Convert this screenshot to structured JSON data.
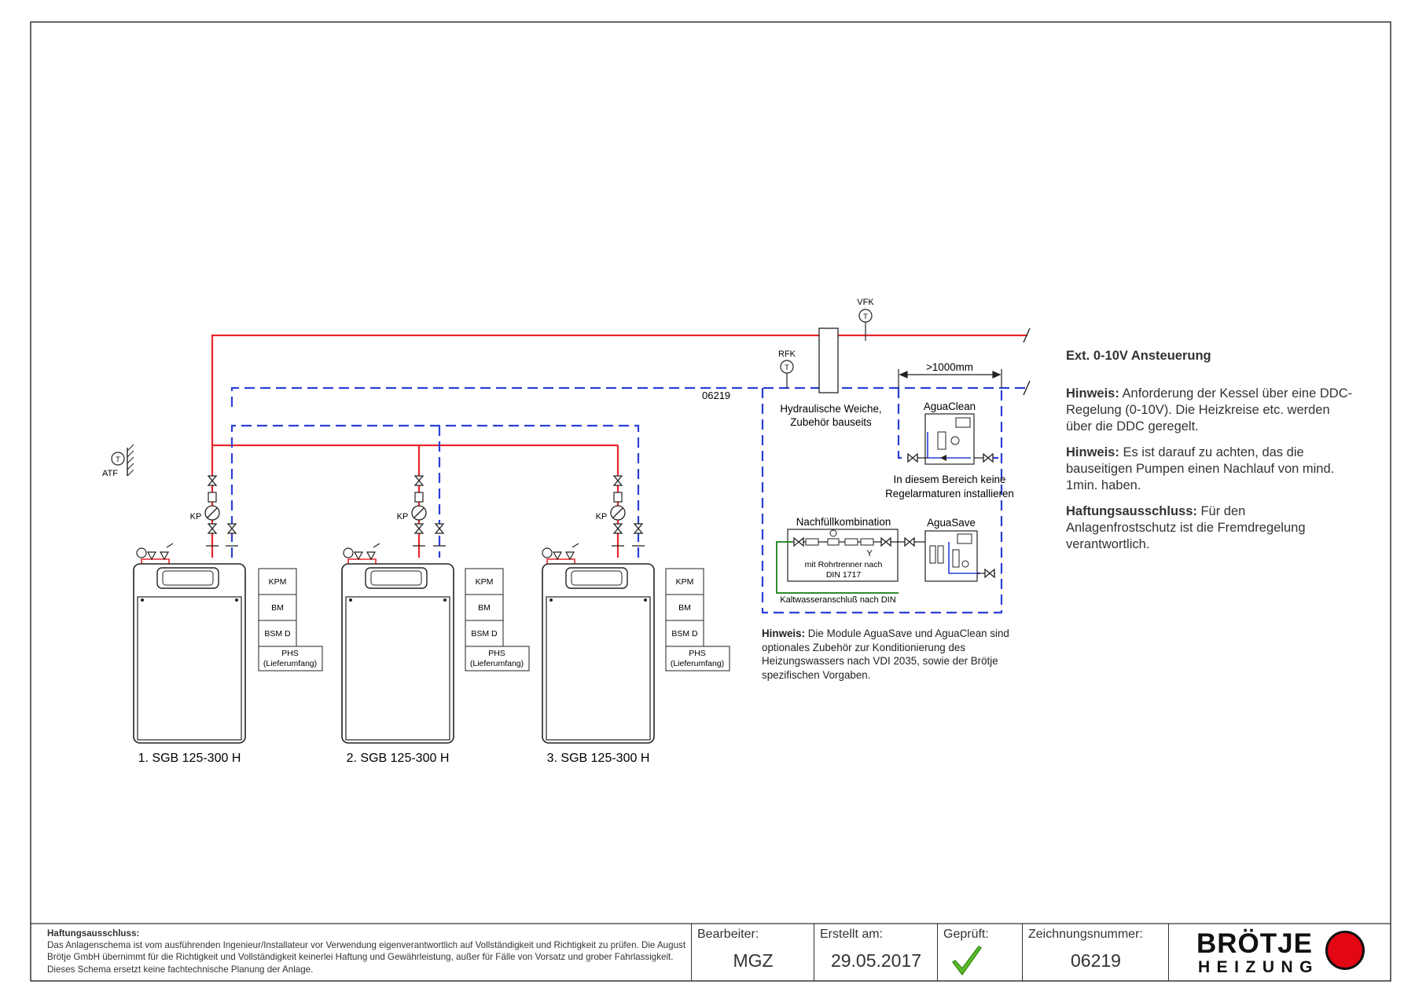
{
  "diagram": {
    "label_vfk": "VFK",
    "label_rfk": "RFK",
    "label_atf": "ATF",
    "sensor_symbol": "T",
    "label_kp": "KP",
    "label_06219": "06219",
    "label_weiche_1": "Hydraulische Weiche,",
    "label_weiche_2": "Zubehör bauseits",
    "label_distance": ">1000mm",
    "label_aguaclean": "AguaClean",
    "label_region_1": "In diesem Bereich keine",
    "label_region_2": "Regelarmaturen installieren",
    "label_nachfuell": "Nachfüllkombination",
    "label_rohrtrenner_1": "mit Rohrtrenner nach",
    "label_rohrtrenner_2": "DIN 1717",
    "label_kaltwasser": "Kaltwasseranschluß nach DIN",
    "label_aguasave": "AguaSave",
    "boilers": [
      {
        "name": "1. SGB 125-300 H"
      },
      {
        "name": "2. SGB 125-300 H"
      },
      {
        "name": "3. SGB 125-300 H"
      }
    ],
    "modules": {
      "kpm": "KPM",
      "bm": "BM",
      "bsm": "BSM D",
      "phs_1": "PHS",
      "phs_2": "(Lieferumfang)"
    },
    "colors": {
      "flow": "#e8262a",
      "return": "#2b3fd6",
      "cold_water": "#2e8b2e"
    }
  },
  "notes": {
    "heading": "Ext. 0-10V Ansteuerung",
    "h1_label": "Hinweis:",
    "h1_text": " Anforderung der Kessel über eine DDC-Regelung (0-10V). Die Heizkreise etc. werden über die DDC geregelt.",
    "h2_label": "Hinweis:",
    "h2_text": " Es ist darauf zu achten, das die bauseitigen Pumpen einen Nachlauf von mind. 1min. haben.",
    "h3_label": "Haftungsausschluss:",
    "h3_text": " Für den Anlagenfrostschutz ist die Fremdregelung verantwortlich."
  },
  "hint_modules": {
    "label": "Hinweis:",
    "text": " Die Module AguaSave und AguaClean sind optionales Zubehör zur Konditionierung des Heizungswassers nach VDI 2035, sowie der Brötje spezifischen Vorgaben."
  },
  "title_block": {
    "disclaimer_title": "Haftungsausschluss:",
    "disclaimer_text": "Das Anlagenschema ist vom ausführenden Ingenieur/Installateur vor Verwendung eigenverantwortlich auf Vollständigkeit und Richtigkeit zu prüfen. Die August Brötje GmbH übernimmt für die Richtigkeit und Vollständigkeit keinerlei Haftung und Gewährleistung, außer für Fälle von Vorsatz und grober Fahrlassigkeit. Dieses Schema ersetzt keine fachtechnische Planung der Anlage.",
    "bearbeiter_label": "Bearbeiter:",
    "bearbeiter_value": "MGZ",
    "erstellt_label": "Erstellt am:",
    "erstellt_value": "29.05.2017",
    "geprueft_label": "Geprüft:",
    "zeichnung_label": "Zeichnungsnummer:",
    "zeichnung_value": "06219",
    "logo_word1": "BRÖTJE",
    "logo_word2": "HEIZUNG",
    "check_color": "#5bbf2a"
  }
}
